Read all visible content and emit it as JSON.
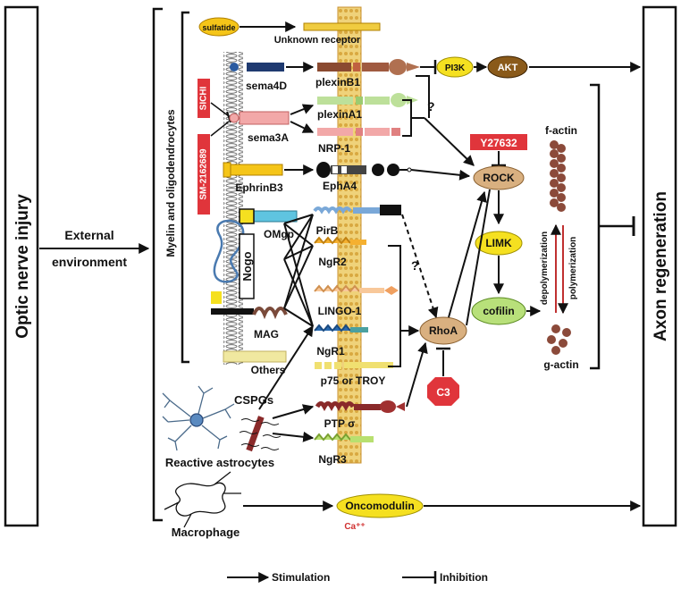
{
  "left_box": {
    "label": "Optic nerve injury"
  },
  "right_box": {
    "label": "Axon regeneration"
  },
  "env_label": {
    "line1": "External",
    "line2": "environment"
  },
  "myelin_label": "Myelin and oligodendrocytes",
  "inhibitor_tags": {
    "sichi": "SICHI",
    "sm": "SM-2162689",
    "y27632": "Y27632",
    "c3": "C3"
  },
  "ligands": {
    "sulfatide": "sulfatide",
    "sema4d": "sema4D",
    "sema3a": "sema3A",
    "ephrinb3": "EphrinB3",
    "omgp": "OMgp",
    "nogo": "Nogo",
    "mag": "MAG",
    "others": "Others",
    "cspgs": "CSPGs",
    "reactive_astrocytes": "Reactive astrocytes",
    "macrophage": "Macrophage"
  },
  "receptors": {
    "unknown": "Unknown receptor",
    "plexinb1": "plexinB1",
    "plexina1": "plexinA1",
    "nrp1": "NRP-1",
    "epha4": "EphA4",
    "pirb": "PirB",
    "ngr2": "NgR2",
    "lingo1": "LINGO-1",
    "ngr1": "NgR1",
    "p75": "p75 or TROY",
    "ptp": "PTP σ",
    "ngr3": "NgR3"
  },
  "signaling": {
    "pi3k": "PI3K",
    "akt": "AKT",
    "rock": "ROCK",
    "limk": "LIMK",
    "cofilin": "cofilin",
    "rhoa": "RhoA",
    "oncomodulin": "Oncomodulin",
    "ca": "Ca⁺⁺",
    "question": "?"
  },
  "actin": {
    "f": "f-actin",
    "g": "g-actin",
    "depoly": "depolymerization",
    "poly": "polymerization"
  },
  "legend": {
    "stimulation": "Stimulation",
    "inhibition": "Inhibition"
  },
  "colors": {
    "membrane": "#e8c060",
    "inhibitor_red": "#e0353b",
    "node_yellow": "#f5e020",
    "akt_brown": "#8a5a1a",
    "rock_tan": "#d9b080",
    "actin_brown": "#8b4a3a"
  }
}
